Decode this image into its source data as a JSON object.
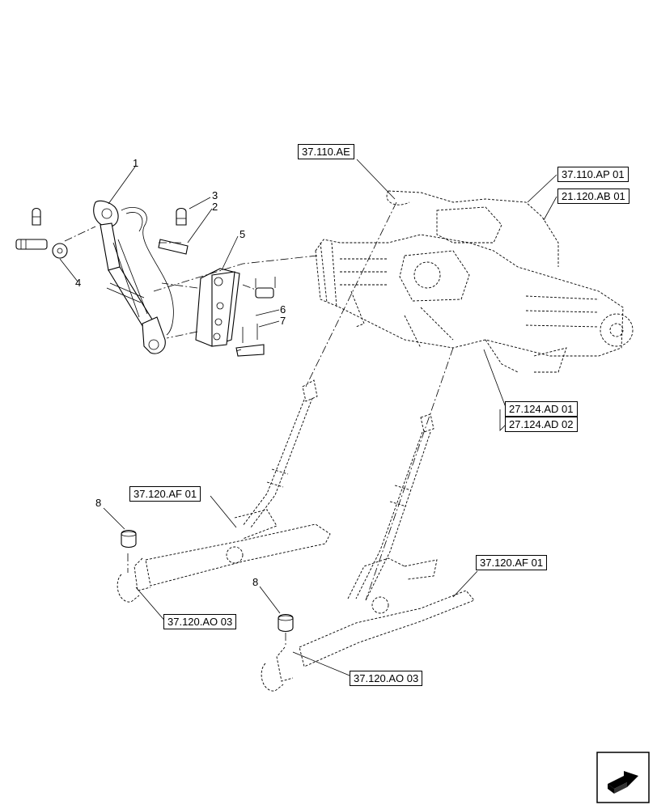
{
  "callouts": {
    "c1": "1",
    "c2": "2",
    "c3": "3",
    "c4": "4",
    "c5": "5",
    "c6": "6",
    "c7": "7",
    "c8a": "8",
    "c8b": "8"
  },
  "refs": {
    "r_37_110_ae": "37.110.AE",
    "r_37_110_ap_01": "37.110.AP 01",
    "r_21_120_ab_01": "21.120.AB 01",
    "r_27_124_ad_01": "27.124.AD 01",
    "r_27_124_ad_02": "27.124.AD 02",
    "r_37_120_af_01_left": "37.120.AF 01",
    "r_37_120_af_01_right": "37.120.AF 01",
    "r_37_120_ao_03_left": "37.120.AO 03",
    "r_37_120_ao_03_right": "37.120.AO 03"
  },
  "icons": {
    "nav": "next-page-arrow-icon"
  }
}
